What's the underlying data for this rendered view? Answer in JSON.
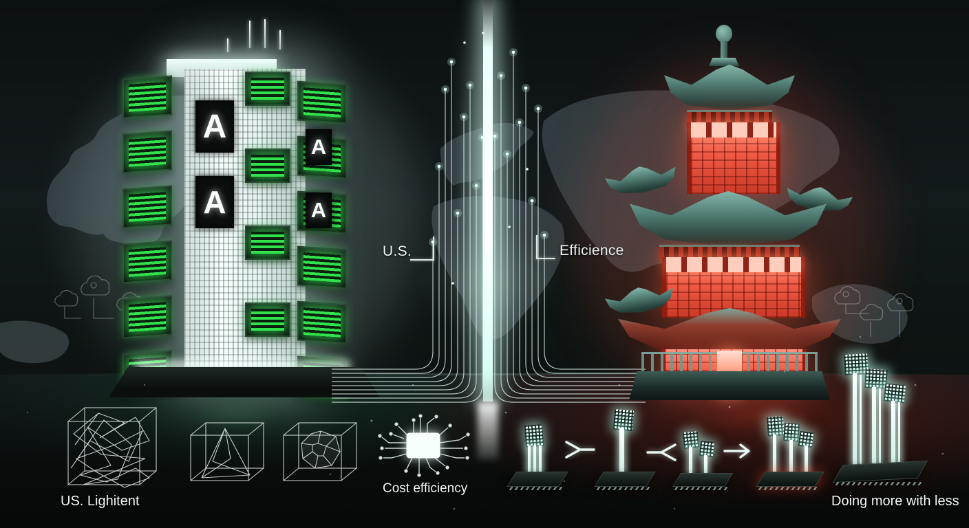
{
  "labels": {
    "us": "U.S.",
    "efficience": "Efficience",
    "us_lighitent": "US. Lighitent",
    "cost_efficiency": "Cost efficiency",
    "doing_more_with_less": "Doing more with less"
  },
  "tower": {
    "letter": "A"
  },
  "colors": {
    "rack_green": "#32e24c",
    "pagoda_red": "#f05a44",
    "roof_teal": "#527e75",
    "beam_white": "#f2fffc",
    "map_gray": "#4d5b61",
    "label_white": "#f2f6f4"
  }
}
